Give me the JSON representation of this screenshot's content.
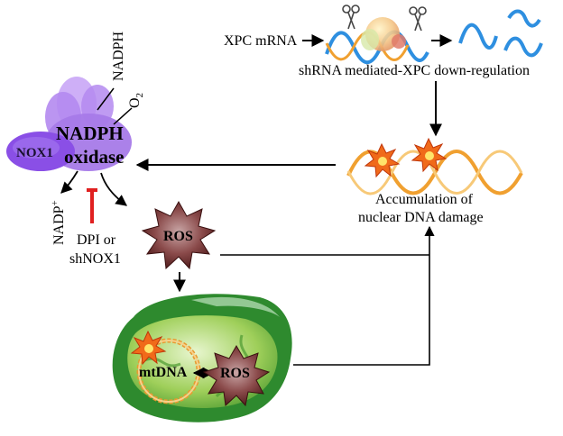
{
  "labels": {
    "xpc_mrna": "XPC mRNA",
    "shrna": "shRNA mediated-XPC down-regulation",
    "accum_line1": "Accumulation of",
    "accum_line2": "nuclear DNA damage",
    "nadph_in": "NADPH",
    "o2_main": "O",
    "o2_sub": "2",
    "enzyme_line1": "NADPH",
    "enzyme_line2": "oxidase",
    "nox1": "NOX1",
    "nadp_main": "NADP",
    "nadp_sup": "+",
    "inhibitor_line1": "DPI or",
    "inhibitor_line2": "shNOX1",
    "ros_cyto": "ROS",
    "mtdna": "mtDNA",
    "ros_mito": "ROS"
  },
  "colors": {
    "dna_blue": "#2e8fe0",
    "dna_orange": "#f0a030",
    "enzyme_purple": "#b48af0",
    "enzyme_deep": "#8a4fe6",
    "ros_brown": "#6b2a2a",
    "mito_outer": "#2e8a2e",
    "mito_inner": "#9fcf5a",
    "inhibit_red": "#e02020"
  },
  "icons": [
    "scissors-icon",
    "damage-burst-icon",
    "ros-starburst-icon",
    "mitochondrion-icon"
  ]
}
